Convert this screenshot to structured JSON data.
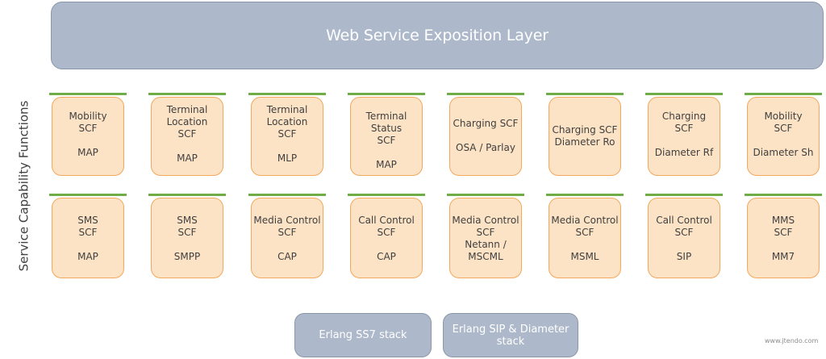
{
  "top_layer": {
    "label": "Web Service Exposition Layer"
  },
  "side_label": "Service Capability\nFunctions",
  "row1": [
    {
      "text": "Mobility\nSCF\n\nMAP"
    },
    {
      "text": "Terminal\nLocation\nSCF\n\nMAP"
    },
    {
      "text": "Terminal\nLocation\nSCF\n\nMLP"
    },
    {
      "text": "Terminal Status\nSCF\n\nMAP"
    },
    {
      "text": "Charging SCF\n\nOSA / Parlay"
    },
    {
      "text": "Charging SCF\nDiameter  Ro"
    },
    {
      "text": "Charging\nSCF\n\nDiameter  Rf"
    },
    {
      "text": "Mobility\nSCF\n\nDiameter  Sh"
    }
  ],
  "row2": [
    {
      "text": "SMS\nSCF\n\nMAP"
    },
    {
      "text": "SMS\nSCF\n\nSMPP"
    },
    {
      "text": "Media Control\nSCF\n\nCAP"
    },
    {
      "text": "Call Control\nSCF\n\nCAP"
    },
    {
      "text": "Media Control\nSCF\nNetann /\nMSCML"
    },
    {
      "text": "Media Control\nSCF\n\nMSML"
    },
    {
      "text": "Call Control\nSCF\n\nSIP"
    },
    {
      "text": "MMS\nSCF\n\nMM7"
    }
  ],
  "bottom": [
    {
      "label": "Erlang SS7 stack"
    },
    {
      "label": "Erlang SIP & Diameter\nstack"
    }
  ],
  "credit": "www.jtendo.com"
}
